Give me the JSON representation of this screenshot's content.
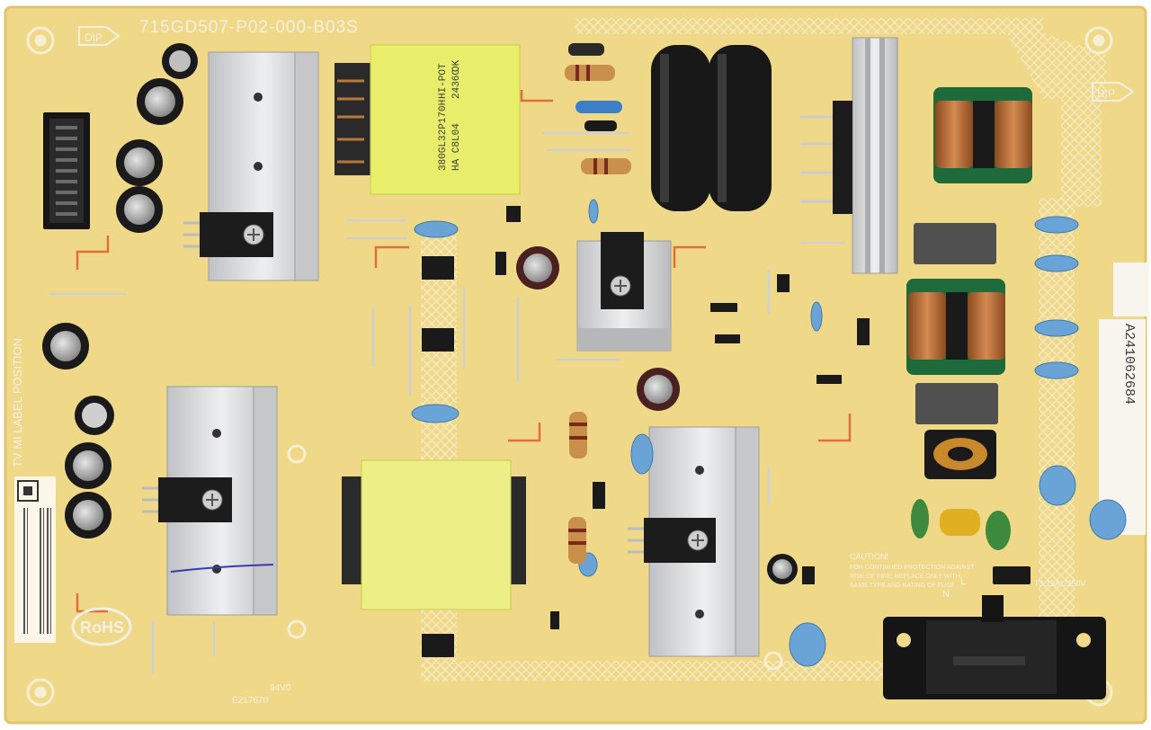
{
  "board": {
    "part_number": "715GD507-P02-000-B03S",
    "rohs_label": "RoHS",
    "label_position_text": "TV MI LABEL POSITION",
    "serial_sticker": "A241062684",
    "dip_marks": [
      "DIP",
      "DIP"
    ],
    "caution_title": "CAUTION!",
    "caution_lines": [
      "FOR CONTINUED PROTECTION AGAINST",
      "RISK OF FIRE, REPLACE ONLY WITH",
      "SAME TYPE AND RATING OF FUSE"
    ],
    "fuse_rating": "T3.15AL/250V",
    "ul_marks": [
      "94V0",
      "E217670"
    ],
    "transformer_text": [
      "380GL32P170H",
      "HA C8L04",
      "HI-POT",
      "2436C",
      "OK"
    ],
    "line_labels": [
      "L",
      "N"
    ]
  },
  "colors": {
    "pcb": "#f0d889",
    "silkscreen": "#f3f0e2",
    "heatsink": "#d9dadb",
    "capacitor": "#1e1e1e",
    "y_capacitor": "#6aa4d6",
    "transformer": "#e8ee6a",
    "resistor": "#c8904a",
    "trace_marker": "#e0703a"
  }
}
